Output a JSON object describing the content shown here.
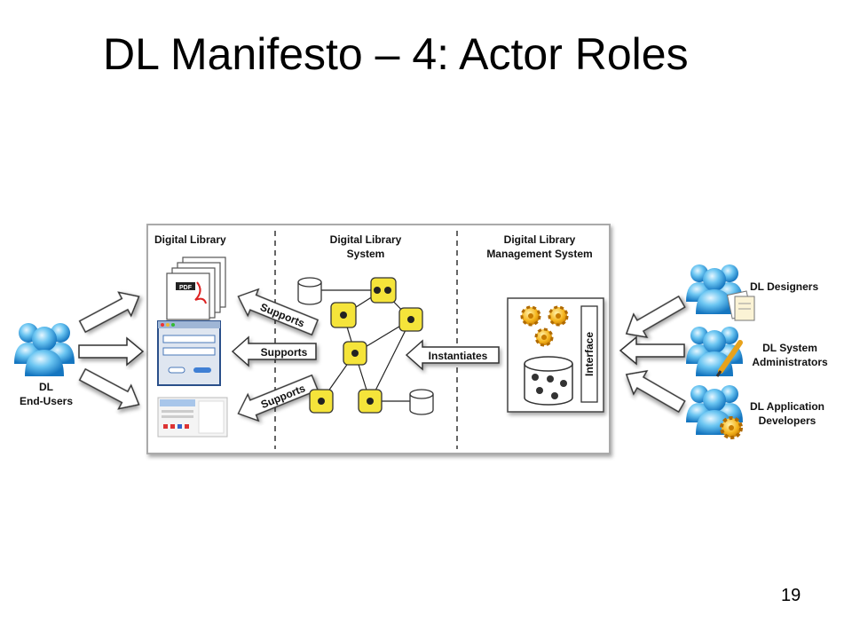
{
  "slide": {
    "title": "DL Manifesto – 4: Actor Roles",
    "page_number": "19"
  },
  "diagram": {
    "panel_titles": {
      "dl": "Digital Library",
      "dls_line1": "Digital Library",
      "dls_line2": "System",
      "dlms_line1": "Digital Library",
      "dlms_line2": "Management System"
    },
    "arrows": {
      "supports_top": "Supports",
      "supports_mid": "Supports",
      "supports_bottom": "Supports",
      "instantiates": "Instantiates"
    },
    "interface_label": "Interface",
    "pdf_label": "PDF",
    "actors": {
      "end_users_line1": "DL",
      "end_users_line2": "End-Users",
      "designers": "DL Designers",
      "sysadmin_line1": "DL System",
      "sysadmin_line2": "Administrators",
      "appdev_line1": "DL Application",
      "appdev_line2": "Developers"
    }
  }
}
